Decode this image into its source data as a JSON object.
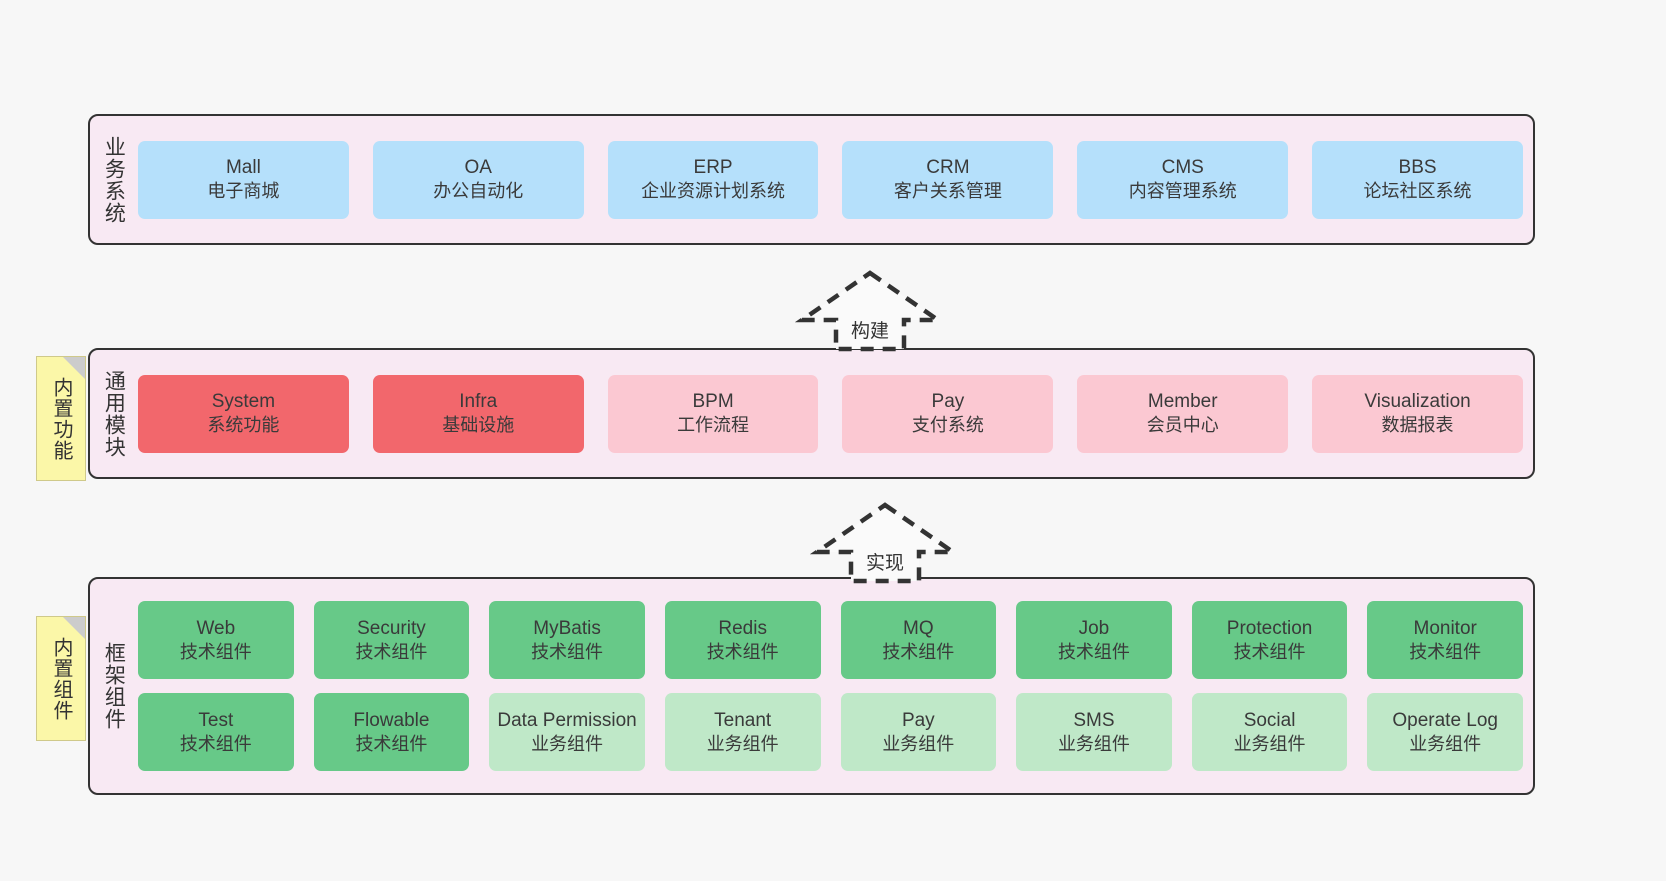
{
  "diagram": {
    "title_semantic": "layered-architecture-overview",
    "background_color": "#f7f7f7",
    "panel_color": "#f8e9f3",
    "border_color": "#333333"
  },
  "layers": [
    {
      "key": "business",
      "title": "业务系统",
      "note": null,
      "rows": [
        {
          "cards": [
            {
              "en": "Mall",
              "cn": "电子商城",
              "color": "#b5e0fb",
              "style": "c-blue"
            },
            {
              "en": "OA",
              "cn": "办公自动化",
              "color": "#b5e0fb",
              "style": "c-blue"
            },
            {
              "en": "ERP",
              "cn": "企业资源计划系统",
              "color": "#b5e0fb",
              "style": "c-blue"
            },
            {
              "en": "CRM",
              "cn": "客户关系管理",
              "color": "#b5e0fb",
              "style": "c-blue"
            },
            {
              "en": "CMS",
              "cn": "内容管理系统",
              "color": "#b5e0fb",
              "style": "c-blue"
            },
            {
              "en": "BBS",
              "cn": "论坛社区系统",
              "color": "#b5e0fb",
              "style": "c-blue"
            }
          ]
        }
      ]
    },
    {
      "key": "common-module",
      "title": "通用模块",
      "note": "内置功能",
      "rows": [
        {
          "cards": [
            {
              "en": "System",
              "cn": "系统功能",
              "color": "#f2676c",
              "style": "c-red"
            },
            {
              "en": "Infra",
              "cn": "基础设施",
              "color": "#f2676c",
              "style": "c-red"
            },
            {
              "en": "BPM",
              "cn": "工作流程",
              "color": "#fbc8d2",
              "style": "c-pink"
            },
            {
              "en": "Pay",
              "cn": "支付系统",
              "color": "#fbc8d2",
              "style": "c-pink"
            },
            {
              "en": "Member",
              "cn": "会员中心",
              "color": "#fbc8d2",
              "style": "c-pink"
            },
            {
              "en": "Visualization",
              "cn": "数据报表",
              "color": "#fbc8d2",
              "style": "c-pink"
            }
          ]
        }
      ]
    },
    {
      "key": "framework-component",
      "title": "框架组件",
      "note": "内置组件",
      "rows": [
        {
          "cards": [
            {
              "en": "Web",
              "cn": "技术组件",
              "color": "#67c988",
              "style": "c-green"
            },
            {
              "en": "Security",
              "cn": "技术组件",
              "color": "#67c988",
              "style": "c-green"
            },
            {
              "en": "MyBatis",
              "cn": "技术组件",
              "color": "#67c988",
              "style": "c-green"
            },
            {
              "en": "Redis",
              "cn": "技术组件",
              "color": "#67c988",
              "style": "c-green"
            },
            {
              "en": "MQ",
              "cn": "技术组件",
              "color": "#67c988",
              "style": "c-green"
            },
            {
              "en": "Job",
              "cn": "技术组件",
              "color": "#67c988",
              "style": "c-green"
            },
            {
              "en": "Protection",
              "cn": "技术组件",
              "color": "#67c988",
              "style": "c-green"
            },
            {
              "en": "Monitor",
              "cn": "技术组件",
              "color": "#67c988",
              "style": "c-green"
            }
          ]
        },
        {
          "cards": [
            {
              "en": "Test",
              "cn": "技术组件",
              "color": "#67c988",
              "style": "c-green"
            },
            {
              "en": "Flowable",
              "cn": "技术组件",
              "color": "#67c988",
              "style": "c-green"
            },
            {
              "en": "Data Permission",
              "cn": "业务组件",
              "color": "#bfe8c8",
              "style": "c-lgreen",
              "wrap": true
            },
            {
              "en": "Tenant",
              "cn": "业务组件",
              "color": "#bfe8c8",
              "style": "c-lgreen"
            },
            {
              "en": "Pay",
              "cn": "业务组件",
              "color": "#bfe8c8",
              "style": "c-lgreen"
            },
            {
              "en": "SMS",
              "cn": "业务组件",
              "color": "#bfe8c8",
              "style": "c-lgreen"
            },
            {
              "en": "Social",
              "cn": "业务组件",
              "color": "#bfe8c8",
              "style": "c-lgreen"
            },
            {
              "en": "Operate Log",
              "cn": "业务组件",
              "color": "#bfe8c8",
              "style": "c-lgreen"
            }
          ]
        }
      ]
    }
  ],
  "arrows": [
    {
      "key": "build",
      "label": "构建",
      "direction": "up",
      "style": "dashed"
    },
    {
      "key": "implement",
      "label": "实现",
      "direction": "up",
      "style": "dashed"
    }
  ]
}
